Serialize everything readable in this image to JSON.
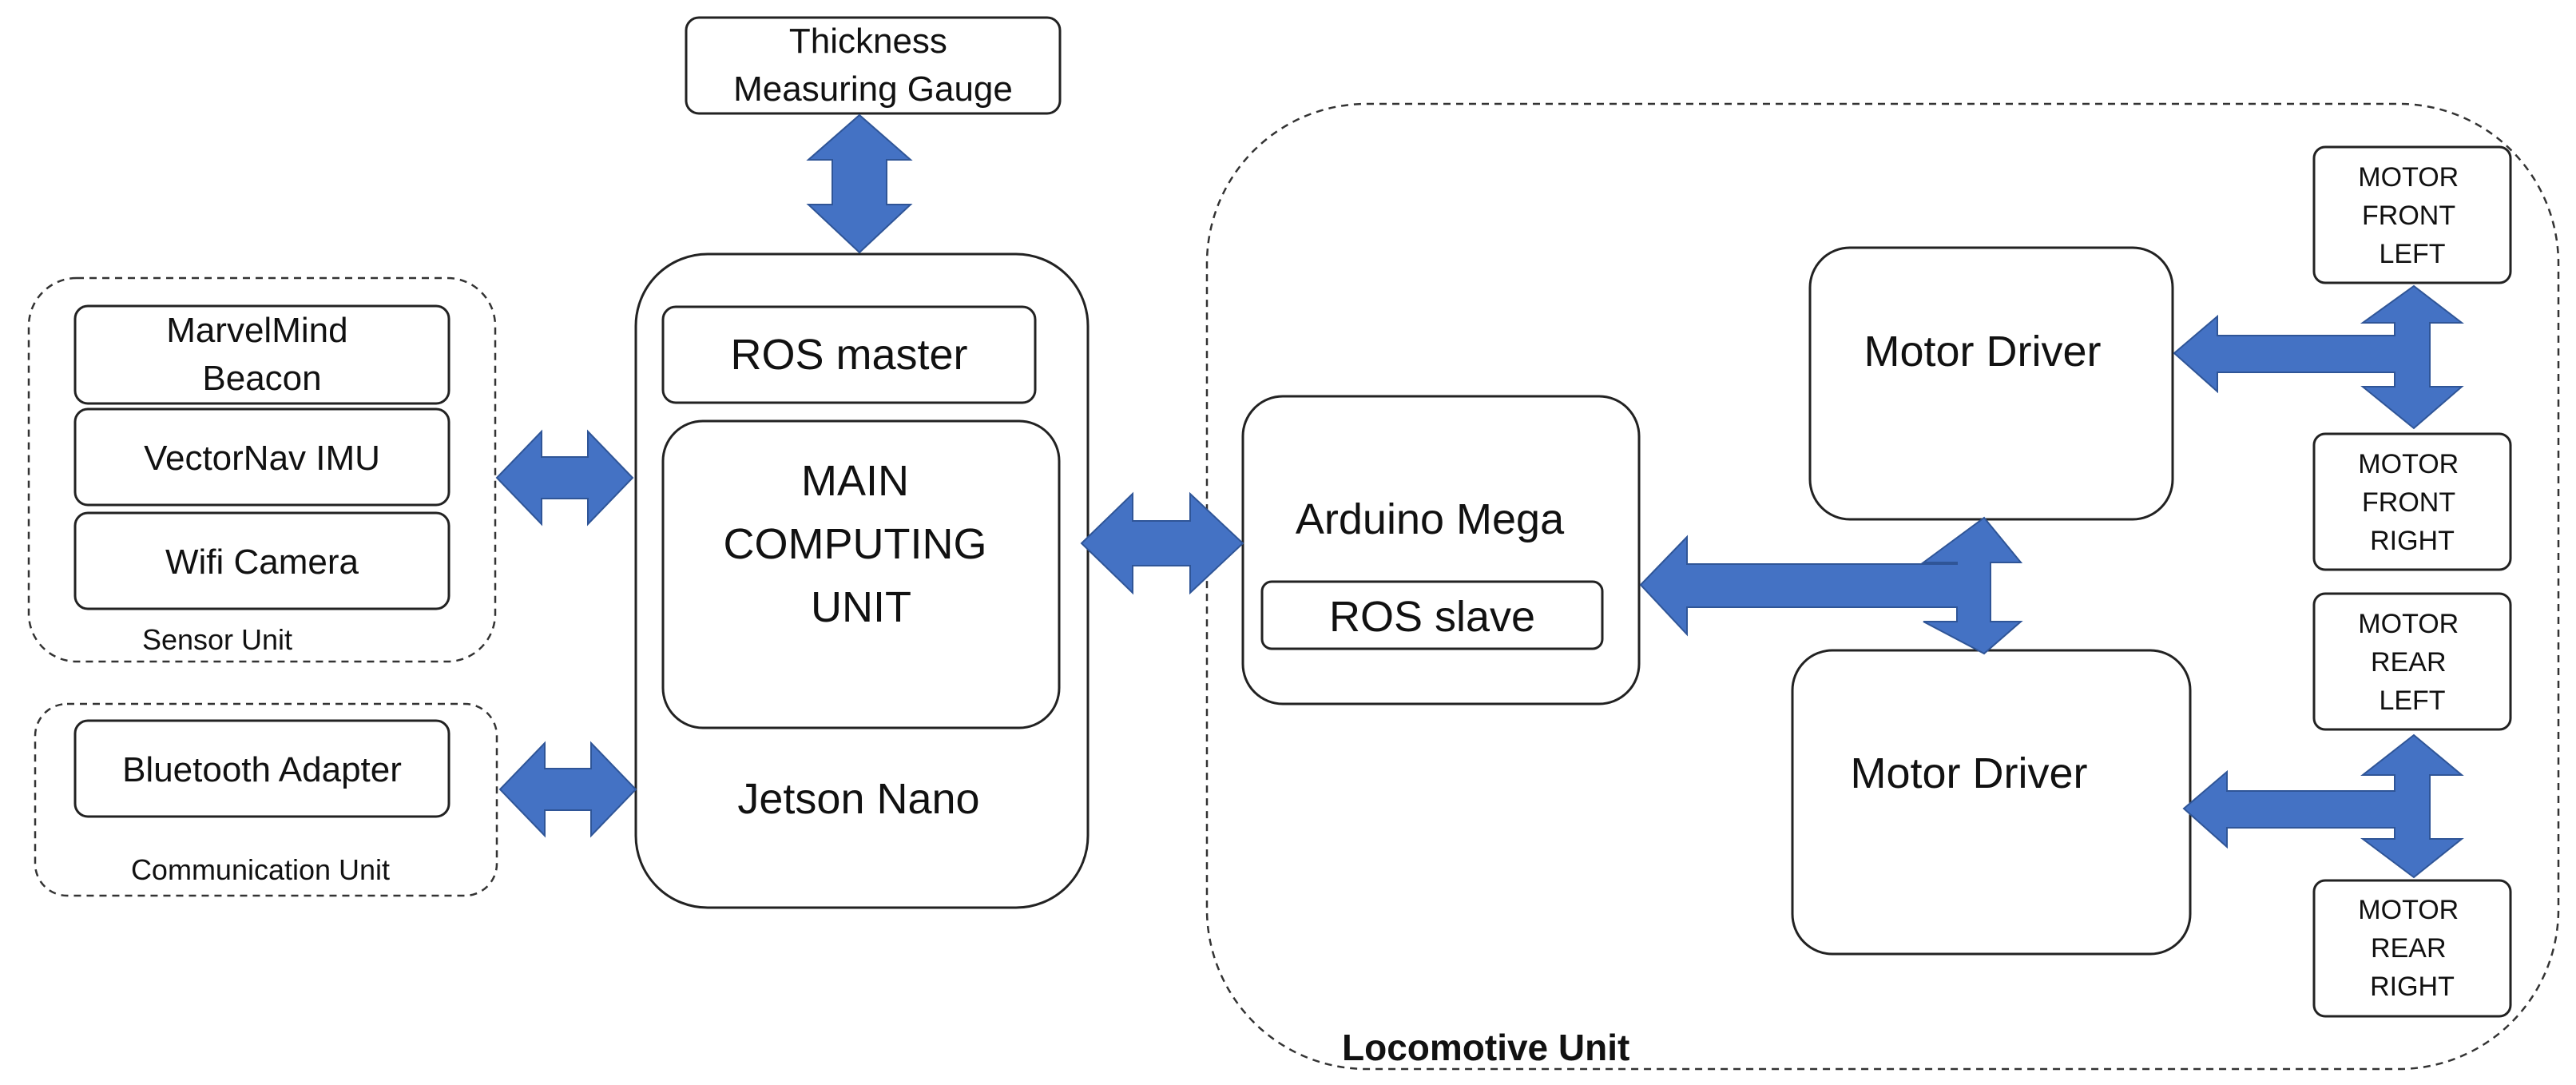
{
  "groups": {
    "sensor_unit": "Sensor Unit",
    "communication_unit": "Communication Unit",
    "locomotive_unit": "Locomotive Unit"
  },
  "components": {
    "thickness_gauge": [
      "Thickness",
      "Measuring Gauge"
    ],
    "marvelmind_beacon": [
      "MarvelMind",
      "Beacon"
    ],
    "vectornav_imu": "VectorNav IMU",
    "wifi_camera": "Wifi Camera",
    "bluetooth_adapter": "Bluetooth Adapter",
    "ros_master": "ROS master",
    "main_computing_unit": [
      "MAIN",
      "COMPUTING",
      "UNIT"
    ],
    "jetson_nano": "Jetson Nano",
    "arduino_mega": "Arduino Mega",
    "ros_slave": "ROS slave",
    "motor_driver_top": "Motor Driver",
    "motor_driver_bottom": "Motor Driver",
    "motor_front_left": [
      "MOTOR",
      "FRONT",
      "LEFT"
    ],
    "motor_front_right": [
      "MOTOR",
      "FRONT",
      "RIGHT"
    ],
    "motor_rear_left": [
      "MOTOR",
      "REAR",
      "LEFT"
    ],
    "motor_rear_right": [
      "MOTOR",
      "REAR",
      "RIGHT"
    ]
  },
  "colors": {
    "arrow_fill": "#4472c4",
    "arrow_stroke": "#2f5597",
    "box_stroke": "#222222",
    "background": "#ffffff"
  }
}
